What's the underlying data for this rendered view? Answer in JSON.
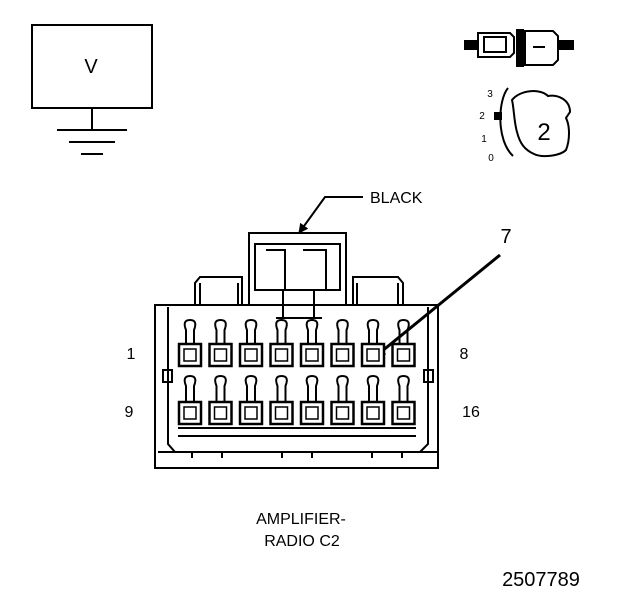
{
  "voltmeter": {
    "symbol": "V"
  },
  "switch_positions": [
    "3",
    "2",
    "1",
    "0"
  ],
  "probe_number": "2",
  "connector": {
    "color_callout": "BLACK",
    "pin_callout": "7",
    "pin_labels": {
      "top_left": "1",
      "top_right": "8",
      "bottom_left": "9",
      "bottom_right": "16"
    },
    "name_line1": "AMPLIFIER-",
    "name_line2": "RADIO C2"
  },
  "figure_number": "2507789"
}
